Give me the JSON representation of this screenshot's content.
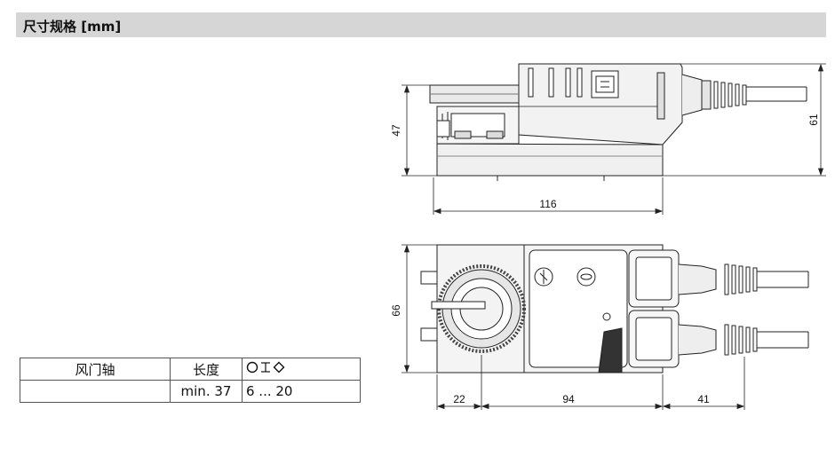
{
  "header": {
    "title": "尺寸规格 [mm]"
  },
  "table": {
    "headers": [
      "风门轴",
      "长度",
      "shaft-symbols-icon"
    ],
    "rows": [
      [
        "",
        "min. 37",
        "6 ... 20"
      ]
    ]
  },
  "side_view": {
    "height_dim": "47",
    "width_dim": "116",
    "total_height_dim": "61"
  },
  "top_view": {
    "height_dim": "66",
    "dim_left": "22",
    "dim_middle": "94",
    "dim_right": "41"
  }
}
